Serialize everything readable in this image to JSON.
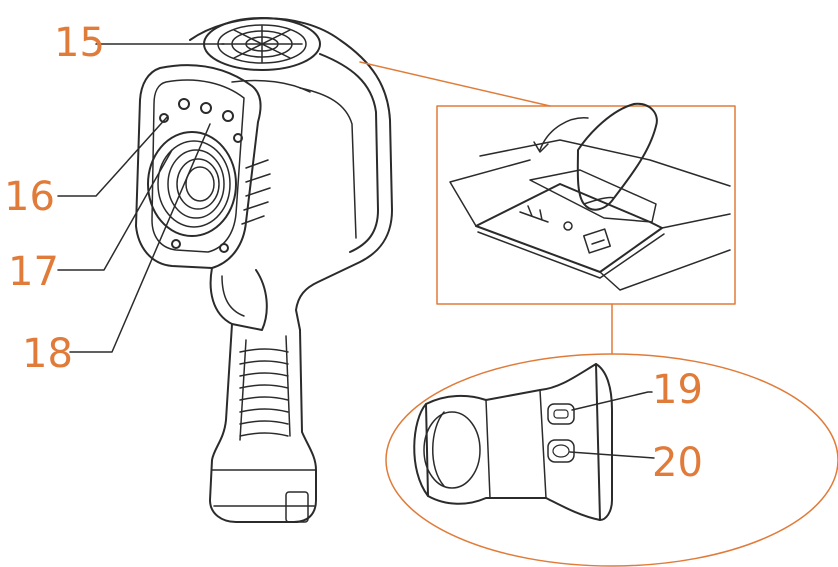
{
  "colors": {
    "accent": "#e07b39",
    "line": "#2b2b2b",
    "background": "#ffffff"
  },
  "callouts": {
    "c15": "15",
    "c16": "16",
    "c17": "17",
    "c18": "18",
    "c19": "19",
    "c20": "20"
  }
}
